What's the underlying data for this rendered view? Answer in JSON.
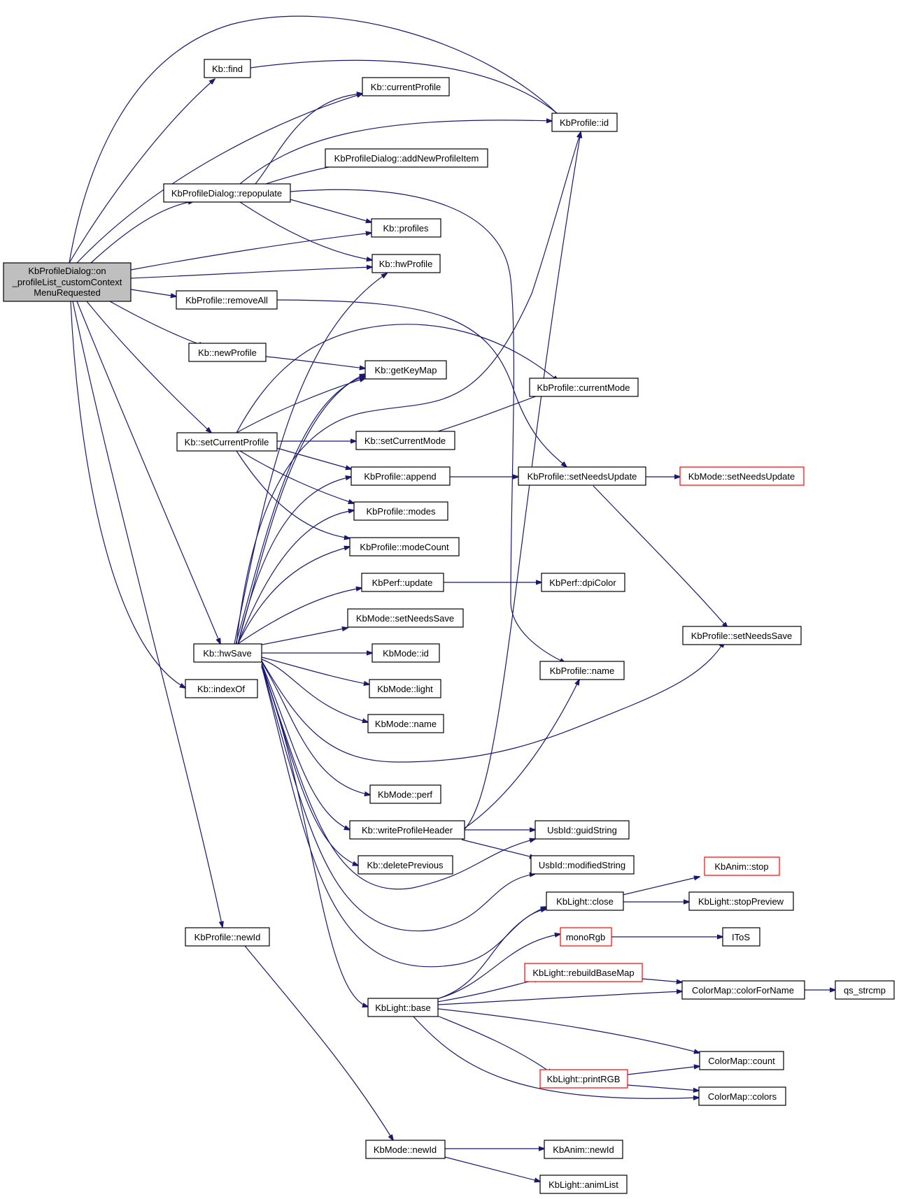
{
  "colors": {
    "edge": "#191970",
    "highlight_border": "#ff0000",
    "root_fill": "#bfbfbf"
  },
  "nodes": {
    "root": [
      "KbProfileDialog::on",
      "_profileList_customContext",
      "MenuRequested"
    ],
    "kb_find": "Kb::find",
    "kb_currentProfile": "Kb::currentProfile",
    "kbprofile_id": "KbProfile::id",
    "addNewProfileItem": "KbProfileDialog::addNewProfileItem",
    "repopulate": "KbProfileDialog::repopulate",
    "kb_profiles": "Kb::profiles",
    "kb_hwProfile": "Kb::hwProfile",
    "removeAll": "KbProfile::removeAll",
    "newProfile": "Kb::newProfile",
    "getKeyMap": "Kb::getKeyMap",
    "currentMode": "KbProfile::currentMode",
    "setCurrentProfile": "Kb::setCurrentProfile",
    "setCurrentMode": "Kb::setCurrentMode",
    "append": "KbProfile::append",
    "kbprofile_setNeedsUpdate": "KbProfile::setNeedsUpdate",
    "kbmode_setNeedsUpdate": "KbMode::setNeedsUpdate",
    "modes": "KbProfile::modes",
    "modeCount": "KbProfile::modeCount",
    "perf_update": "KbPerf::update",
    "dpiColor": "KbPerf::dpiColor",
    "kbmode_setNeedsSave": "KbMode::setNeedsSave",
    "kbprofile_setNeedsSave": "KbProfile::setNeedsSave",
    "hwSave": "Kb::hwSave",
    "kbmode_id": "KbMode::id",
    "kbprofile_name": "KbProfile::name",
    "indexOf": "Kb::indexOf",
    "kbmode_light": "KbMode::light",
    "kbmode_name": "KbMode::name",
    "kbmode_perf": "KbMode::perf",
    "writeProfileHeader": "Kb::writeProfileHeader",
    "guidString": "UsbId::guidString",
    "deletePrevious": "Kb::deletePrevious",
    "modifiedString": "UsbId::modifiedString",
    "anim_stop": "KbAnim::stop",
    "light_close": "KbLight::close",
    "stopPreview": "KbLight::stopPreview",
    "kbprofile_newId": "KbProfile::newId",
    "monoRgb": "monoRgb",
    "itos": "IToS",
    "rebuildBaseMap": "KbLight::rebuildBaseMap",
    "colorForName": "ColorMap::colorForName",
    "qs_strcmp": "qs_strcmp",
    "light_base": "KbLight::base",
    "cm_count": "ColorMap::count",
    "printRGB": "KbLight::printRGB",
    "cm_colors": "ColorMap::colors",
    "kbmode_newId": "KbMode::newId",
    "anim_newId": "KbAnim::newId",
    "animList": "KbLight::animList"
  }
}
